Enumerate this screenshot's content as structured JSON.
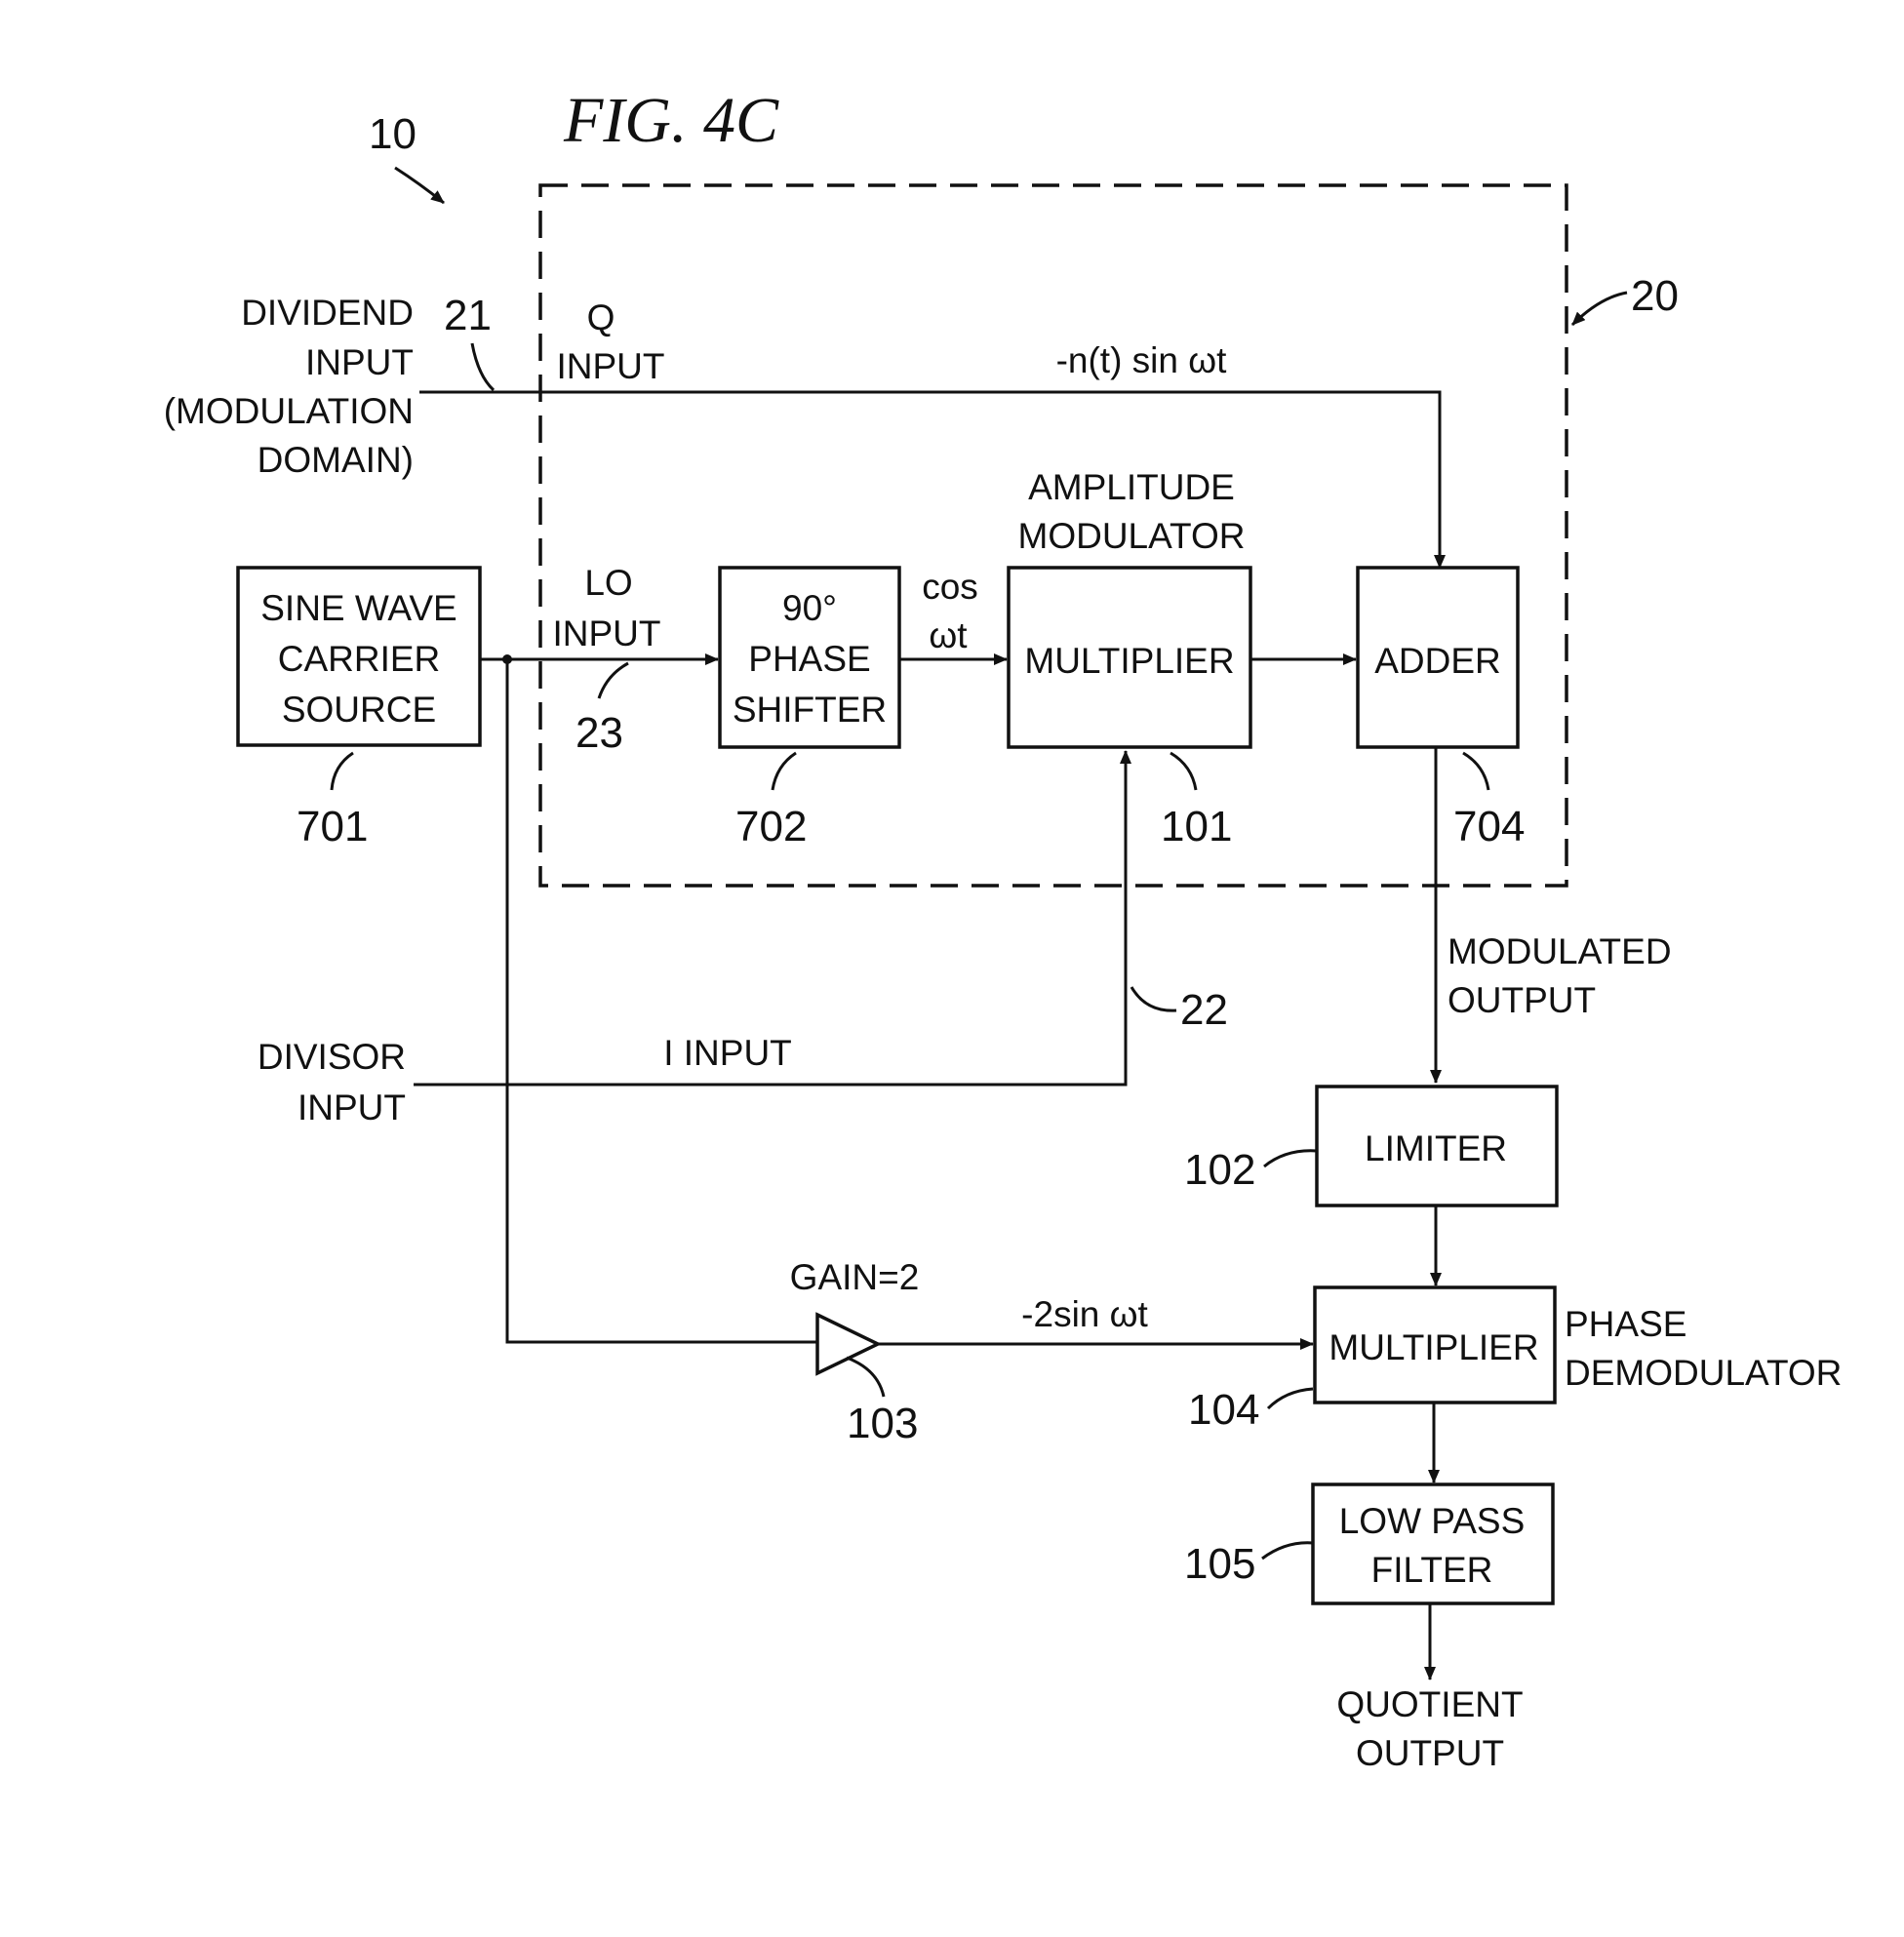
{
  "figure_title": "FIG. 4C",
  "refs": {
    "r10": "10",
    "r20": "20",
    "r21": "21",
    "r22": "22",
    "r23": "23",
    "r701": "701",
    "r702": "702",
    "r101": "101",
    "r704": "704",
    "r102": "102",
    "r103": "103",
    "r104": "104",
    "r105": "105"
  },
  "inputs": {
    "dividend": [
      "DIVIDEND",
      "INPUT",
      "(MODULATION",
      "DOMAIN)"
    ],
    "q_input": [
      "Q",
      "INPUT"
    ],
    "lo_input": [
      "LO",
      "INPUT"
    ],
    "divisor": [
      "DIVISOR",
      "INPUT"
    ],
    "i_input": "I INPUT"
  },
  "signals": {
    "q_signal": "-n(t) sin ωt",
    "cos_signal": [
      "cos",
      "ωt"
    ],
    "gain_signal": "-2sin ωt",
    "gain": "GAIN=2"
  },
  "blocks": {
    "carrier": [
      "SINE WAVE",
      "CARRIER",
      "SOURCE"
    ],
    "phase_shifter": [
      "90°",
      "PHASE",
      "SHIFTER"
    ],
    "am_title": [
      "AMPLITUDE",
      "MODULATOR"
    ],
    "multiplier": "MULTIPLIER",
    "adder": "ADDER",
    "limiter": "LIMITER",
    "multiplier2": "MULTIPLIER",
    "lpf": [
      "LOW PASS",
      "FILTER"
    ]
  },
  "outputs": {
    "modulated": [
      "MODULATED",
      "OUTPUT"
    ],
    "phase_demod": [
      "PHASE",
      "DEMODULATOR"
    ],
    "quotient": [
      "QUOTIENT",
      "OUTPUT"
    ]
  }
}
